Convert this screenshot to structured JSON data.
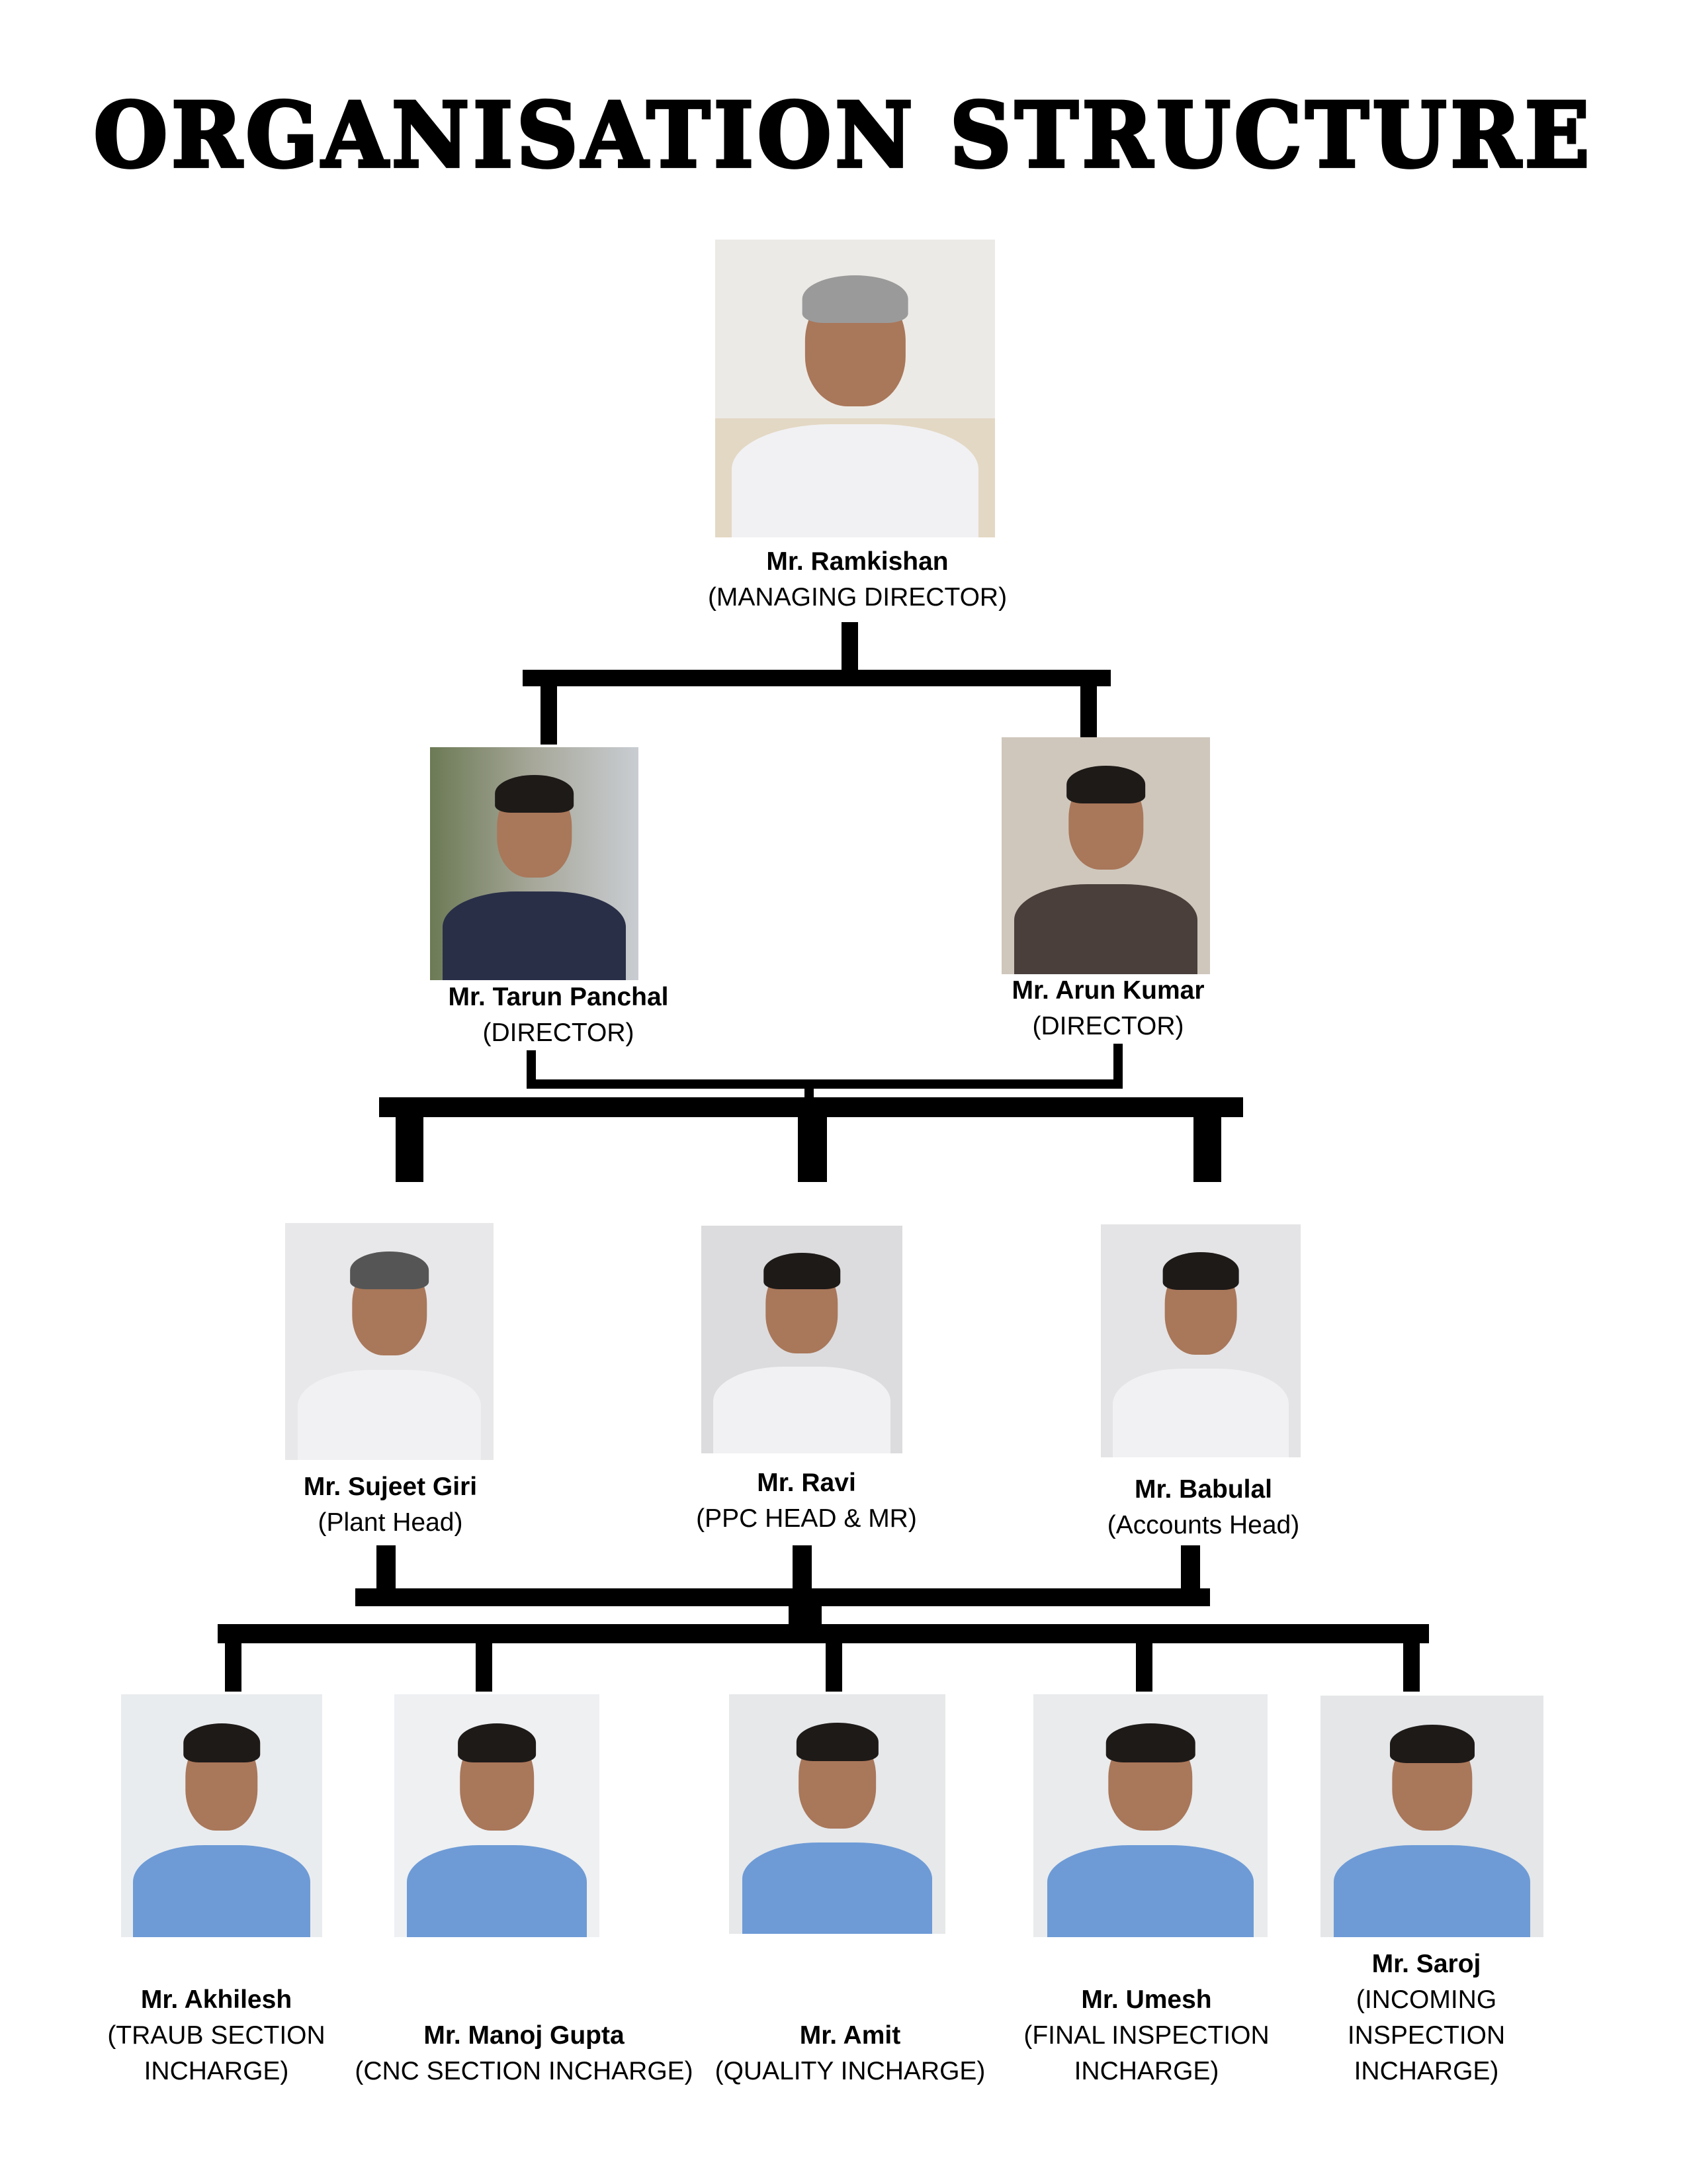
{
  "title": "ORGANISATION STRUCTURE",
  "people": {
    "md": {
      "name": "Mr. Ramkishan",
      "role": "(MANAGING DIRECTOR)"
    },
    "tarun": {
      "name": "Mr. Tarun Panchal",
      "role": "(DIRECTOR)"
    },
    "arun": {
      "name": "Mr. Arun Kumar",
      "role": "(DIRECTOR)"
    },
    "sujeet": {
      "name": "Mr. Sujeet Giri",
      "role": "(Plant Head)"
    },
    "ravi": {
      "name": "Mr. Ravi",
      "role": "(PPC HEAD & MR)"
    },
    "babulal": {
      "name": "Mr. Babulal",
      "role": "(Accounts Head)"
    },
    "akhilesh": {
      "name": "Mr. Akhilesh",
      "role1": "(TRAUB SECTION",
      "role2": "INCHARGE)"
    },
    "manoj": {
      "name": "Mr. Manoj Gupta",
      "role": "(CNC SECTION INCHARGE)"
    },
    "amit": {
      "name": "Mr. Amit",
      "role": "(QUALITY INCHARGE)"
    },
    "umesh": {
      "name": "Mr. Umesh",
      "role1": "(FINAL INSPECTION",
      "role2": "INCHARGE)"
    },
    "saroj": {
      "name": "Mr. Saroj",
      "role1": "(INCOMING",
      "role2": "INSPECTION",
      "role3": "INCHARGE)"
    }
  },
  "colors": {
    "connector": "#000000",
    "shirt_blue": "#6e9bd6"
  }
}
